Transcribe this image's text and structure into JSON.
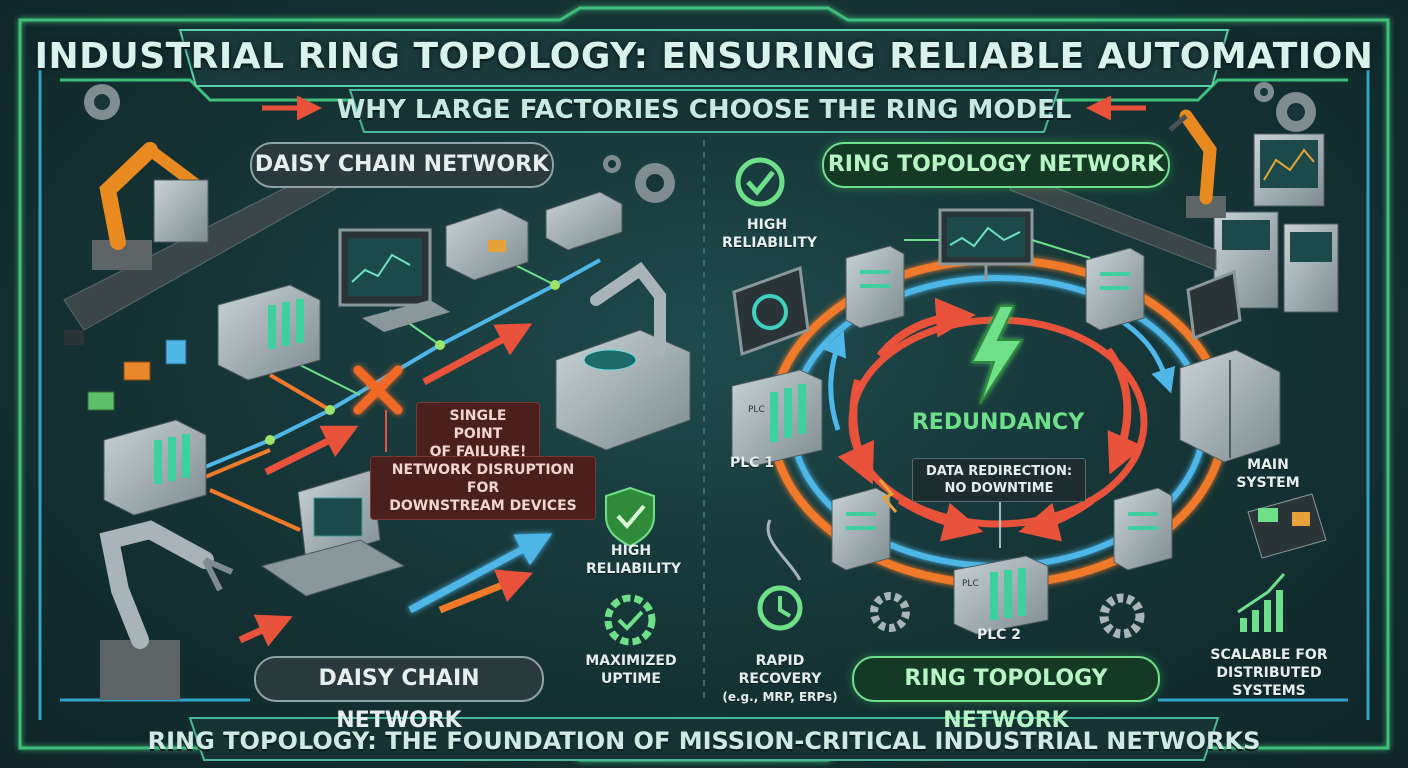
{
  "title": "INDUSTRIAL RING TOPOLOGY: ENSURING RELIABLE AUTOMATION",
  "subtitle": "WHY LARGE FACTORIES CHOOSE THE RING MODEL",
  "footer": "RING TOPOLOGY: THE FOUNDATION OF MISSION-CRITICAL INDUSTRIAL NETWORKS",
  "left": {
    "header": "DAISY CHAIN NETWORK",
    "footer_pill": "DAISY CHAIN NETWORK",
    "failure_line1": "SINGLE POINT",
    "failure_line2": "OF FAILURE!",
    "disruption_line1": "NETWORK DISRUPTION FOR",
    "disruption_line2": "DOWNSTREAM DEVICES",
    "reliability_line1": "HIGH",
    "reliability_line2": "RELIABILITY",
    "uptime_line1": "MAXIMIZED",
    "uptime_line2": "UPTIME"
  },
  "right": {
    "header": "RING TOPOLOGY NETWORK",
    "footer_pill": "RING TOPOLOGY NETWORK",
    "reliability_line1": "HIGH",
    "reliability_line2": "RELIABILITY",
    "center_label": "REDUNDANCY",
    "redirect_line1": "DATA REDIRECTION:",
    "redirect_line2": "NO DOWNTIME",
    "plc1": "PLC 1",
    "plc2": "PLC 2",
    "main_line1": "MAIN",
    "main_line2": "SYSTEM",
    "recovery_line1": "RAPID RECOVERY",
    "recovery_line2": "(e.g., MRP, ERPs)",
    "scalable_line1": "SCALABLE FOR",
    "scalable_line2": "DISTRIBUTED",
    "scalable_line3": "SYSTEMS"
  },
  "device_tag": "PLC",
  "colors": {
    "accent_green": "#6fe08a",
    "ring_red": "#e8523a",
    "ring_blue": "#4fb6e8",
    "ring_orange": "#f07a2a",
    "failure_x": "#f06a28"
  }
}
